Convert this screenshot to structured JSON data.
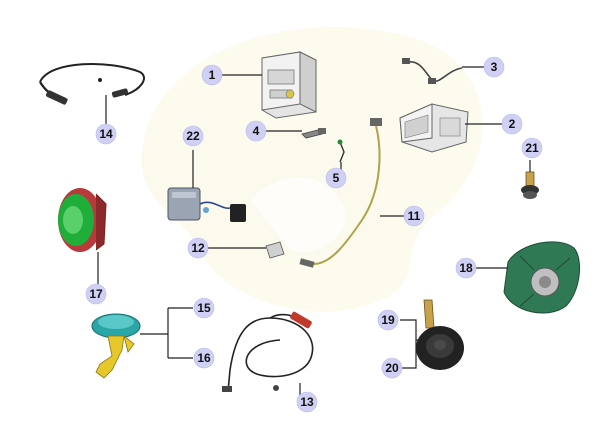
{
  "diagram": {
    "colors": {
      "background": "#ffffff",
      "watermark": "#fbf7e0",
      "callout_bubble": "#cfd0f4",
      "leader_line": "#222222",
      "green_part": "#1fae3a",
      "red_part": "#b83a3a",
      "teal_part": "#2aa6a6",
      "yellow_part": "#e6c82a",
      "dark_part": "#2b2b2b",
      "grey_part": "#c9c9c9",
      "speaker_green": "#2f7a55",
      "navy_connector": "#2a4a8a",
      "light_blue": "#5fa6d6"
    },
    "callouts": [
      {
        "label": "1",
        "part": "radio-head-unit"
      },
      {
        "label": "2",
        "part": "amplifier"
      },
      {
        "label": "3",
        "part": "wiring-pigtail"
      },
      {
        "label": "4",
        "part": "bracket-clip"
      },
      {
        "label": "5",
        "part": "small-connector"
      },
      {
        "label": "11",
        "part": "antenna-cable"
      },
      {
        "label": "12",
        "part": "cable-clip"
      },
      {
        "label": "13",
        "part": "wiring-harness"
      },
      {
        "label": "14",
        "part": "antenna-lead"
      },
      {
        "label": "15",
        "part": "horn-assembly-a"
      },
      {
        "label": "16",
        "part": "horn-assembly-b"
      },
      {
        "label": "17",
        "part": "speaker-green"
      },
      {
        "label": "18",
        "part": "speaker-rear"
      },
      {
        "label": "19",
        "part": "horn-disc-a"
      },
      {
        "label": "20",
        "part": "horn-disc-b"
      },
      {
        "label": "21",
        "part": "bolt"
      },
      {
        "label": "22",
        "part": "relay-module"
      }
    ]
  }
}
